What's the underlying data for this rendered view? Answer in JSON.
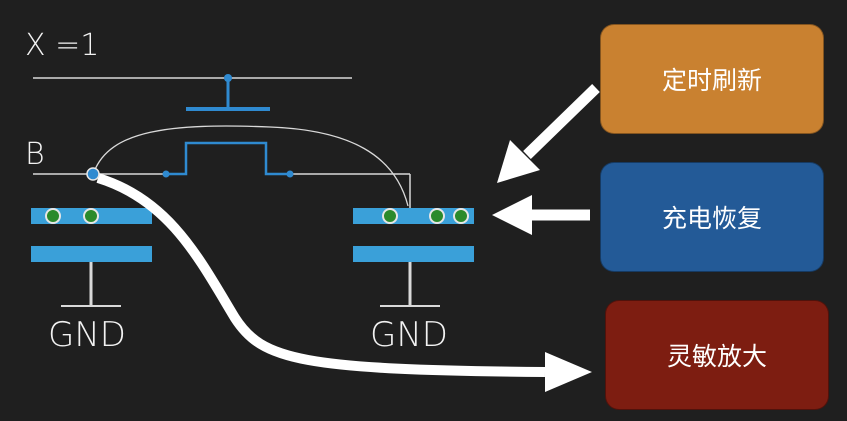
{
  "labels": {
    "x_eq": "X =1",
    "b": "B",
    "gnd_left": "GND",
    "gnd_right": "GND"
  },
  "boxes": [
    {
      "text": "定时刷新",
      "color": "#c98130"
    },
    {
      "text": "充电恢复",
      "color": "#235a97"
    },
    {
      "text": "灵敏放大",
      "color": "#7d1d11"
    }
  ],
  "colors": {
    "background": "#1f1f1f",
    "wire": "#d9d9d9",
    "transistor": "#2f8ad0",
    "plate": "#3aa0d9",
    "charge": "#2b8a2b",
    "arrow": "#ffffff"
  }
}
